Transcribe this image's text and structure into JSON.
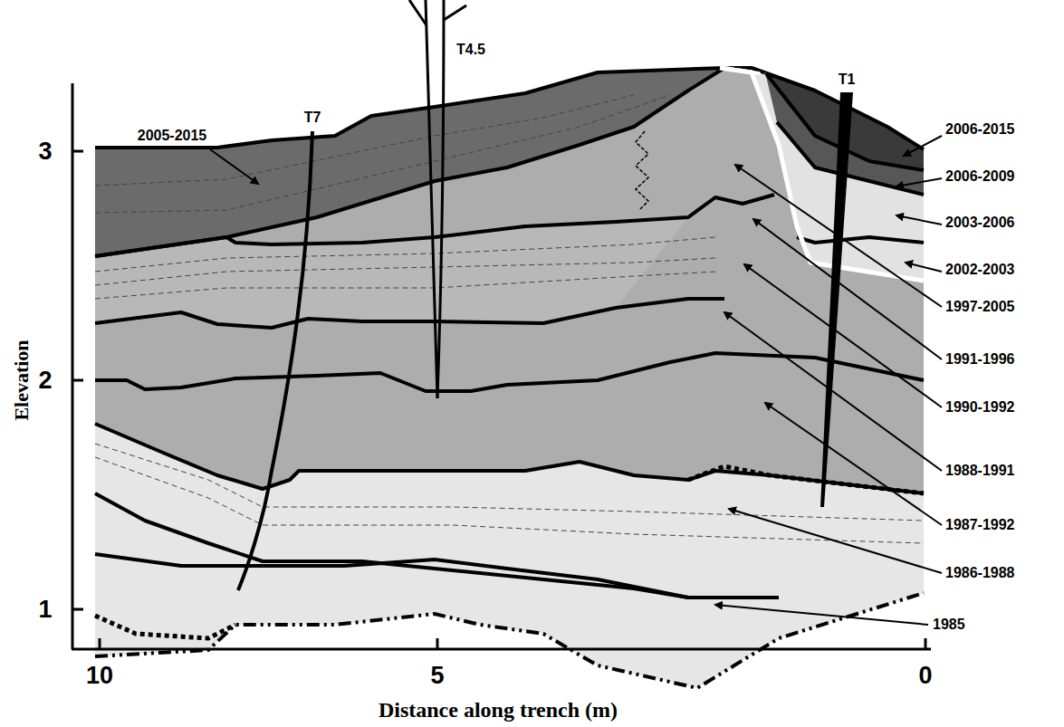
{
  "diagram": {
    "labels": [
      "3",
      "2",
      "1",
      "10",
      "5",
      "0",
      "Elevation",
      "Distance along trench (m)",
      "T7",
      "T4.5",
      "T1",
      "2005-2015",
      "2006-2015",
      "2006-2009",
      "2003-2006",
      "2002-2003",
      "1997-2005",
      "1991-1996",
      "1990-1992",
      "1988-1991",
      "1987-1992",
      "1986-1988",
      "1985"
    ]
  }
}
